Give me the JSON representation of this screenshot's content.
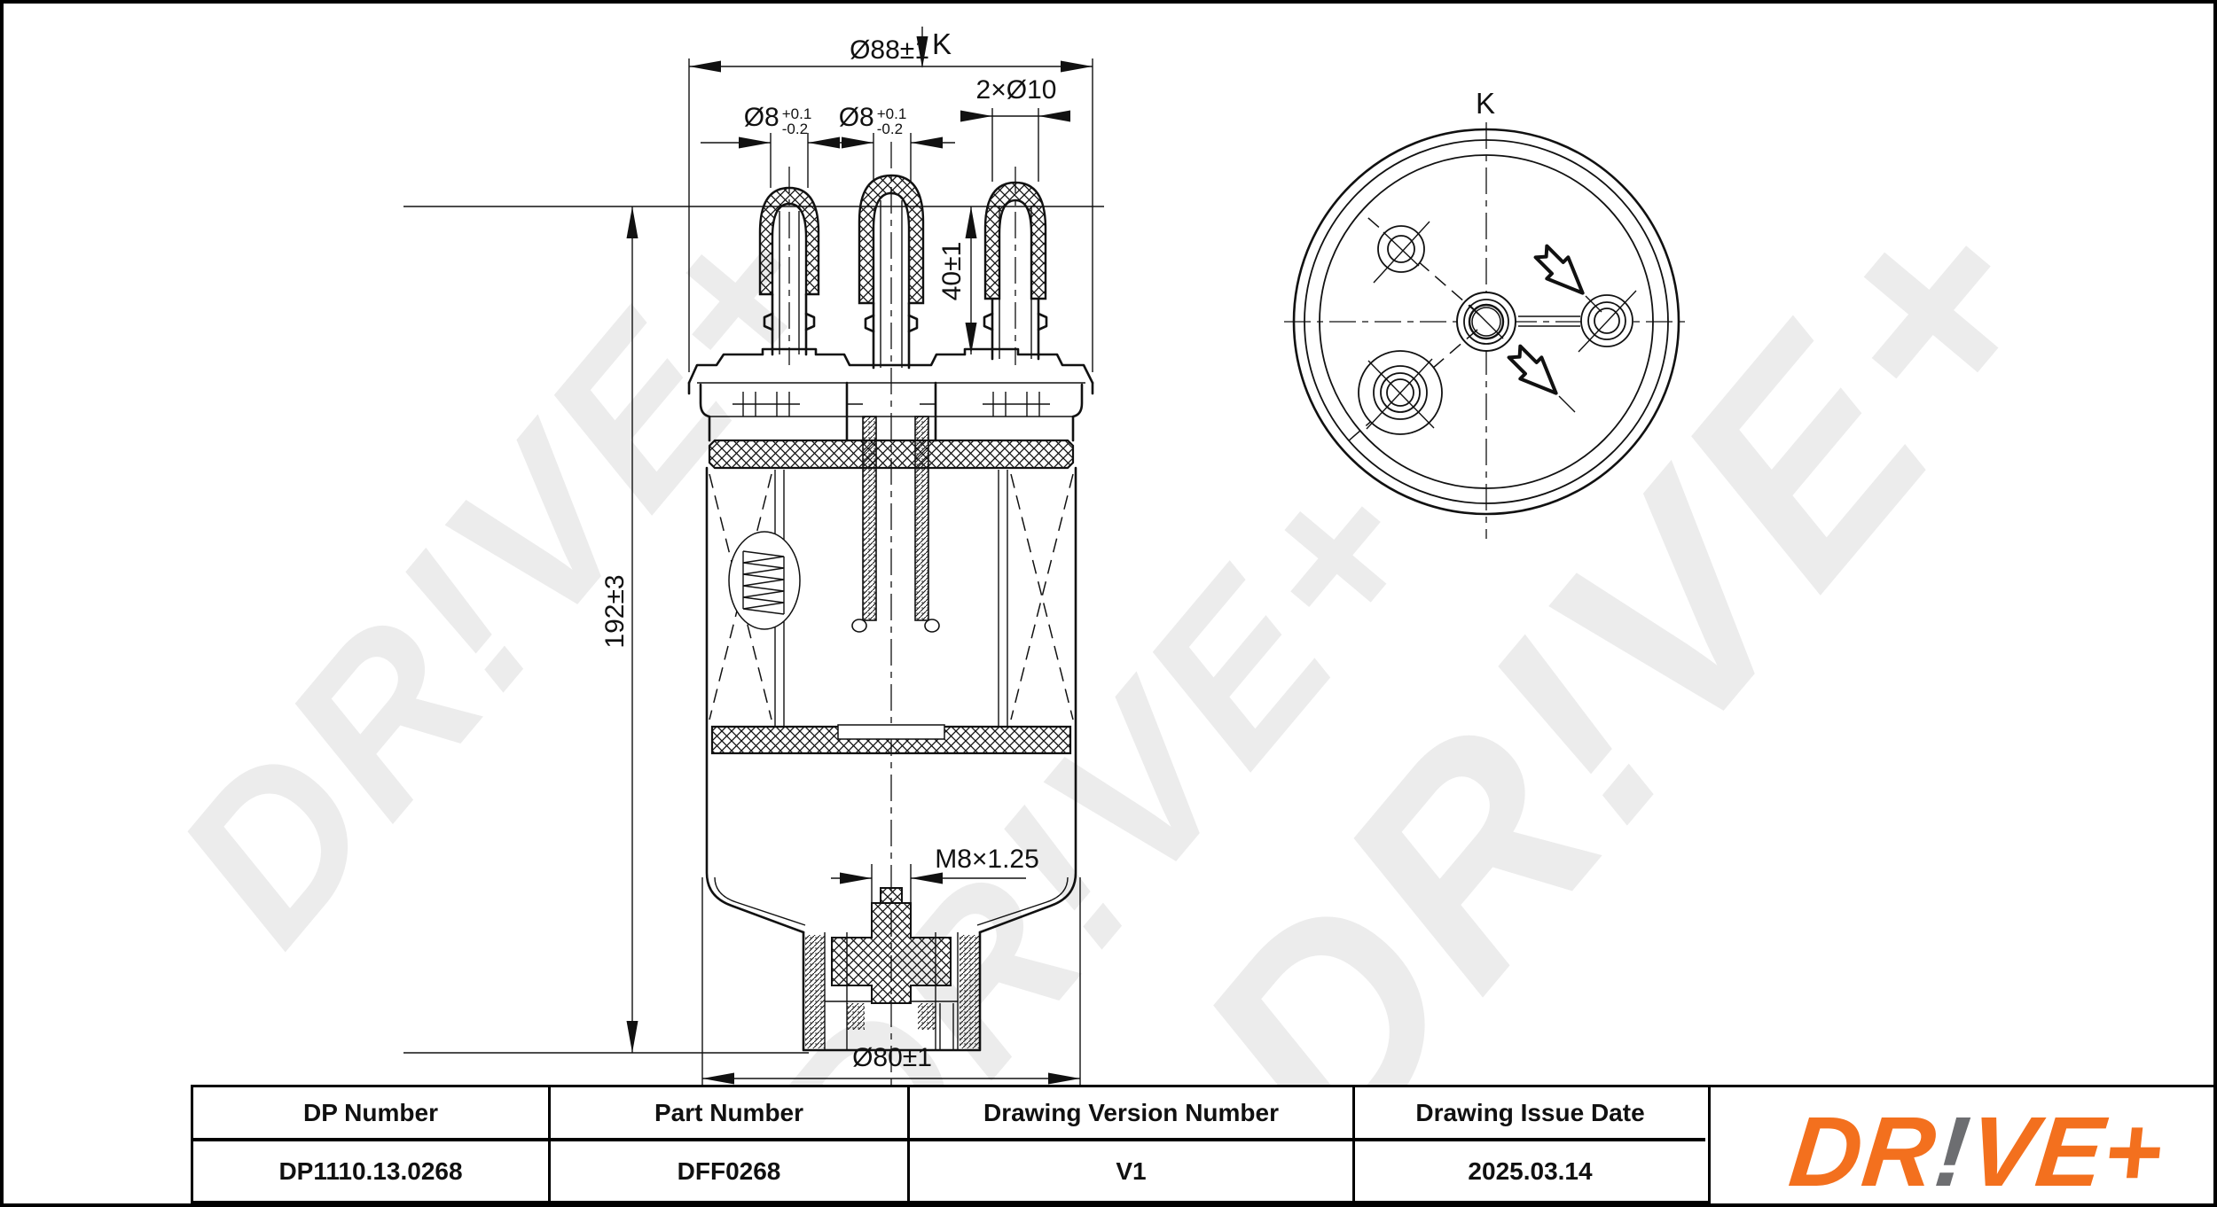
{
  "page": {
    "background": "#ffffff",
    "line_color": "#111111"
  },
  "watermark": {
    "text": "DR!VE+"
  },
  "front_view": {
    "dim_top_diameter": "Ø88±1",
    "view_arrow_label": "K",
    "dim_port_left_base": "Ø8",
    "dim_port_left_sup": "+0.1",
    "dim_port_left_sub": "-0.2",
    "dim_port_mid_base": "Ø8",
    "dim_port_mid_sup": "+0.1",
    "dim_port_mid_sub": "-0.2",
    "dim_ports_right": "2×Ø10",
    "dim_port_height": "40±1",
    "dim_total_height": "192±3",
    "dim_thread": "M8×1.25",
    "dim_bottom_diameter": "Ø80±1"
  },
  "top_view": {
    "label": "K"
  },
  "title_block": {
    "columns": [
      {
        "header": "DP Number",
        "value": "DP1110.13.0268"
      },
      {
        "header": "Part Number",
        "value": "DFF0268"
      },
      {
        "header": "Drawing Version Number",
        "value": "V1"
      },
      {
        "header": "Drawing Issue Date",
        "value": "2025.03.14"
      }
    ]
  },
  "logo": {
    "part1": "DR",
    "part2": "!",
    "part3": "VE+",
    "orange": "#F3701E",
    "gray": "#6D6E71"
  }
}
